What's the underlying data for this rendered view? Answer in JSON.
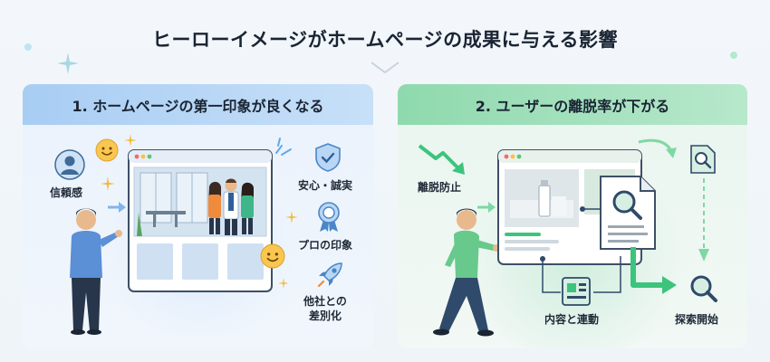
{
  "title": "ヒーローイメージがホームページの成果に与える影響",
  "left_panel": {
    "heading": "1. ホームページの第一印象が良くなる",
    "label_trust": "信頼感",
    "label_security": "安心・誠実",
    "label_pro": "プロの印象",
    "label_diff_line1": "他社との",
    "label_diff_line2": "差別化"
  },
  "right_panel": {
    "heading": "2. ユーザーの離脱率が下がる",
    "label_prevent": "離脱防止",
    "label_link": "内容と連動",
    "label_search": "探索開始"
  },
  "colors": {
    "left_accent": "#4a90e2",
    "right_accent": "#3cc47c",
    "title_text": "#1a2433"
  },
  "icons": [
    "person-icon",
    "smiley-icon",
    "shield-check-icon",
    "ribbon-medal-icon",
    "rocket-icon",
    "magnifier-document-icon",
    "news-document-icon",
    "magnifier-icon",
    "trend-down-arrow-icon"
  ]
}
